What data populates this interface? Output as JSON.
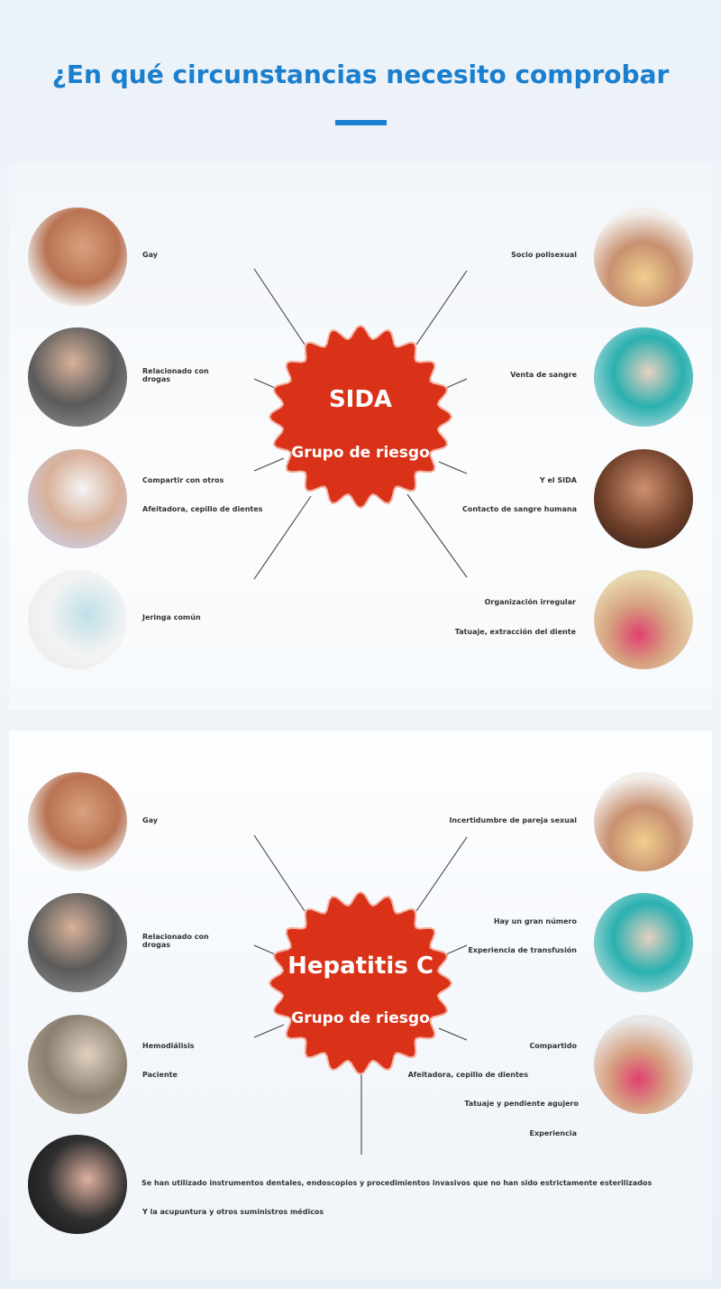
{
  "title": "¿En qué circunstancias necesito comprobar",
  "accent": "#1a7fce",
  "badge_color": "#d93218",
  "sida": {
    "name": "SIDA",
    "subtitle": "Grupo de riesgo",
    "left": [
      {
        "label": "Gay",
        "photo": "couple-photo"
      },
      {
        "label": "Relacionado con drogas",
        "photo": "drug-user-photo"
      },
      {
        "label": "Compartir con otros",
        "label2": "Afeitadora, cepillo de dientes",
        "photo": "shaving-photo"
      },
      {
        "label": "Jeringa común",
        "photo": "syringe-photo"
      }
    ],
    "right": [
      {
        "label": "Socio polisexual",
        "photo": "kissing-couple-photo"
      },
      {
        "label": "Venta de sangre",
        "photo": "blood-draw-photo"
      },
      {
        "label": "Y el SIDA",
        "label2": "Contacto de sangre humana",
        "photo": "couple-photo"
      },
      {
        "label": "Organización irregular",
        "label2": "Tatuaje, extracción del diente",
        "photo": "tattoo-photo"
      }
    ]
  },
  "hepc": {
    "name": "Hepatitis C",
    "subtitle": "Grupo de riesgo",
    "left": [
      {
        "label": "Gay",
        "photo": "couple-photo"
      },
      {
        "label": "Relacionado con drogas",
        "photo": "drug-user-photo"
      },
      {
        "label": "Hemodiálisis",
        "label2": "Paciente",
        "photo": "dialysis-photo"
      },
      {
        "label": "Se han utilizado instrumentos dentales, endoscopios y procedimientos invasivos que no han sido estrictamente esterilizados",
        "label2": "Y la acupuntura y otros suministros médicos",
        "photo": "dentist-photo"
      }
    ],
    "right": [
      {
        "label": "Incertidumbre de pareja sexual",
        "photo": "kissing-couple-photo"
      },
      {
        "label": "Hay un gran número",
        "label2": "Experiencia de transfusión",
        "photo": "blood-draw-photo"
      },
      {
        "label": "Compartido",
        "label2": "Afeitadora, cepillo de dientes",
        "label3": "Tatuaje y pendiente agujero",
        "label4": "Experiencia",
        "photo": "tattoo-photo"
      }
    ]
  }
}
